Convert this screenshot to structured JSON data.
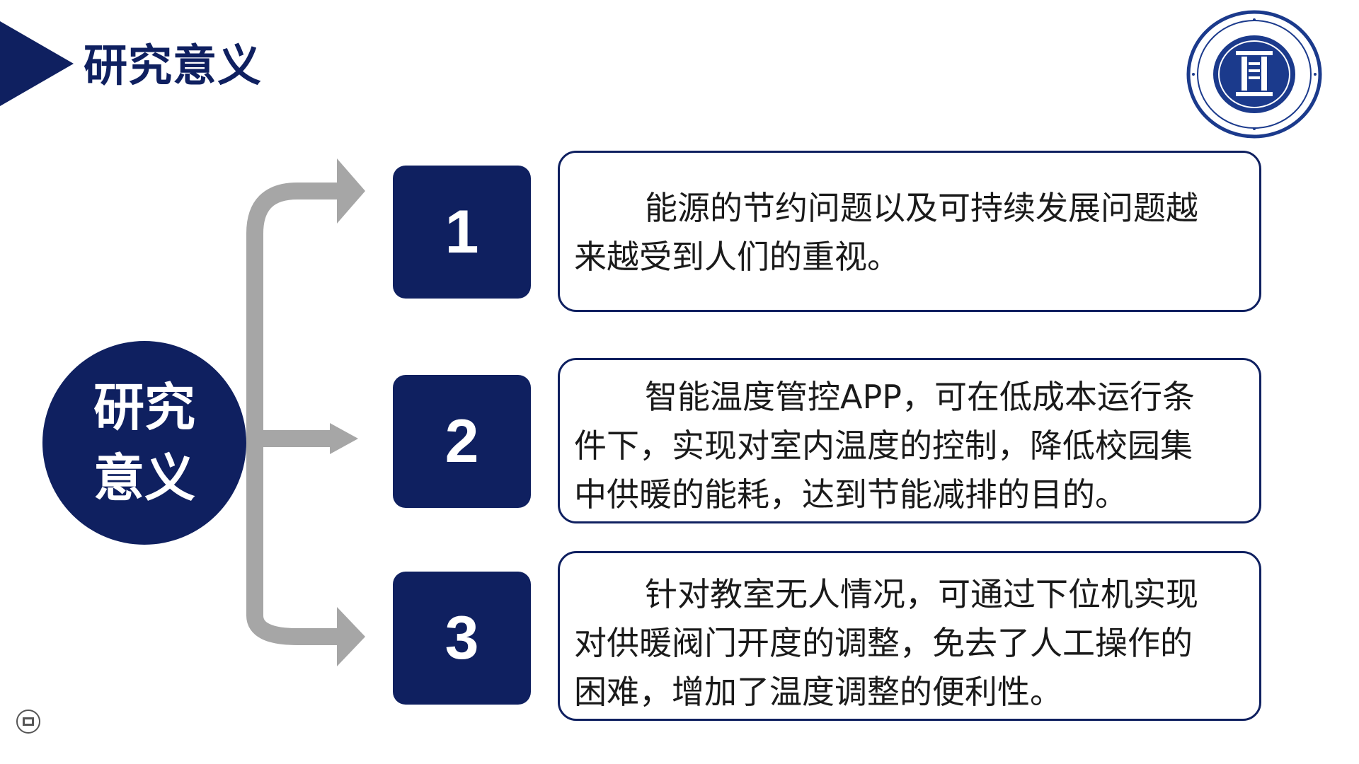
{
  "header": {
    "title": "研究意义"
  },
  "logo": {
    "name": "university-seal-icon",
    "accent": "#1b3a8c"
  },
  "center": {
    "label": "研究意义"
  },
  "items": [
    {
      "number": "1",
      "text": "能源的节约问题以及可持续发展问题越来越受到人们的重视。"
    },
    {
      "number": "2",
      "text": "智能温度管控APP，可在低成本运行条件下，实现对室内温度的控制，降低校园集中供暖的能耗，达到节能减排的目的。"
    },
    {
      "number": "3",
      "text": "针对教室无人情况，可通过下位机实现对供暖阀门开度的调整，免去了人工操作的困难，增加了温度调整的便利性。"
    }
  ],
  "colors": {
    "primary": "#0f2060",
    "connector": "#a6a6a6",
    "text": "#1a1a1a"
  }
}
